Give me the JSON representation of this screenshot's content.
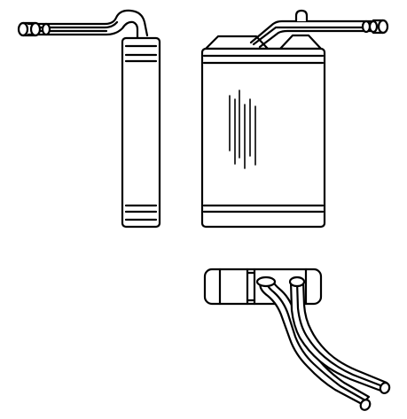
{
  "drawing": {
    "views": [
      {
        "id": "side-view",
        "icon": "heater-core-side-view"
      },
      {
        "id": "front-view",
        "icon": "heater-core-front-view"
      },
      {
        "id": "top-view",
        "icon": "heater-core-top-view"
      }
    ],
    "line_color": "#000000",
    "background": "#ffffff"
  }
}
